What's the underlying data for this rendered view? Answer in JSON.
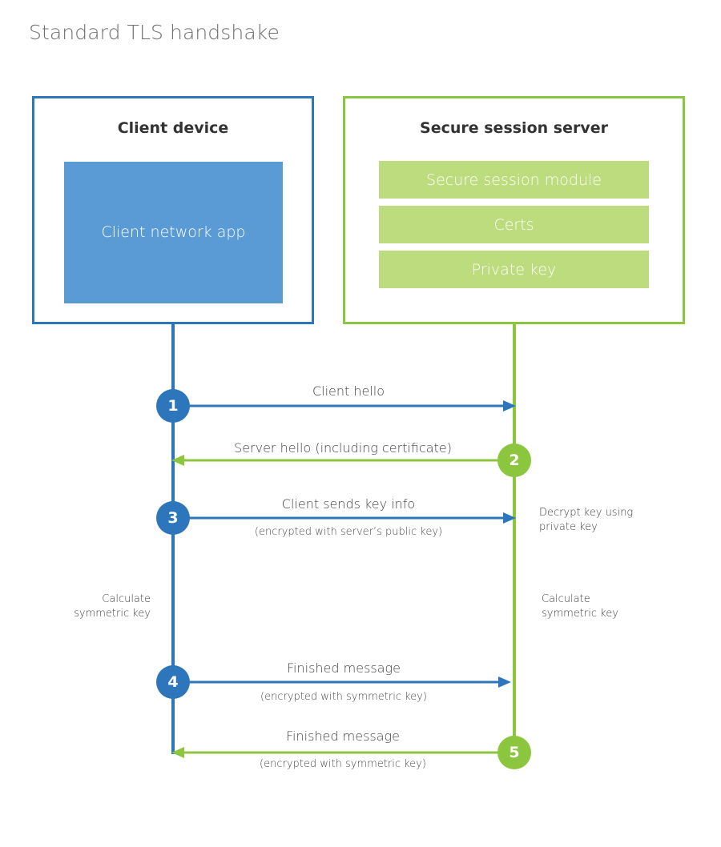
{
  "title": "Standard TLS handshake",
  "colors": {
    "client_blue": "#2E76BC",
    "client_app_blue": "#5B9BD5",
    "server_green": "#8CC63E",
    "server_bar_green": "#BCDC7E",
    "title_gray": "#6e6e6e",
    "text_dark": "#333333",
    "background": "#ffffff"
  },
  "client": {
    "title": "Client device",
    "app_label": "Client network app"
  },
  "server": {
    "title": "Secure session server",
    "components": [
      {
        "label": "Secure session module"
      },
      {
        "label": "Certs"
      },
      {
        "label": "Private key"
      }
    ]
  },
  "steps": [
    {
      "number": "1",
      "label": "Client hello",
      "sublabel": "",
      "direction": "client-to-server",
      "color": "#2E76BC"
    },
    {
      "number": "2",
      "label": "Server hello (including certificate)",
      "sublabel": "",
      "direction": "server-to-client",
      "color": "#8CC63E"
    },
    {
      "number": "3",
      "label": "Client sends key info",
      "sublabel": "(encrypted with server’s public key)",
      "direction": "client-to-server",
      "color": "#2E76BC"
    },
    {
      "number": "4",
      "label": "Finished message",
      "sublabel": "(encrypted with symmetric key)",
      "direction": "client-to-server",
      "color": "#2E76BC"
    },
    {
      "number": "5",
      "label": "Finished message",
      "sublabel": "(encrypted with symmetric key)",
      "direction": "server-to-client",
      "color": "#8CC63E"
    }
  ],
  "notes": {
    "server_decrypt": "Decrypt key using\nprivate key",
    "server_decrypt_line1": "Decrypt key using",
    "server_decrypt_line2": "private key",
    "client_calculate_line1": "Calculate",
    "client_calculate_line2": "symmetric key",
    "server_calculate_line1": "Calculate",
    "server_calculate_line2": "symmetric key"
  }
}
